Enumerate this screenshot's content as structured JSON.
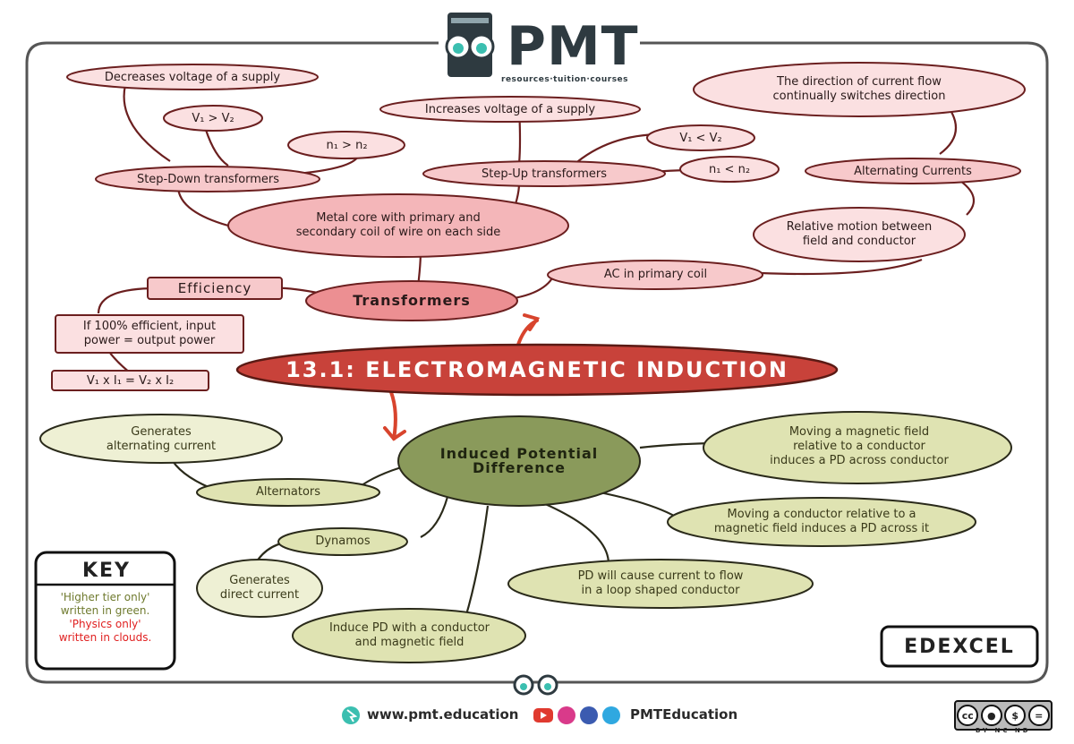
{
  "brand": {
    "name": "PMT",
    "tagline": "resources·tuition·courses"
  },
  "title": "13.1: ELECTROMAGNETIC INDUCTION",
  "transformers": {
    "center": "Transformers",
    "efficiency": "Efficiency",
    "efficiency_note_1": "If 100% efficient, input",
    "efficiency_note_2": "power = output power",
    "equation": "V₁ x I₁ = V₂ x I₂",
    "core_1": "Metal core with primary and",
    "core_2": "secondary coil of wire on each side",
    "step_down": "Step-Down transformers",
    "step_down_effect": "Decreases voltage of a supply",
    "step_down_v": "V₁ > V₂",
    "step_down_n": "n₁ > n₂",
    "step_up": "Step-Up transformers",
    "step_up_effect": "Increases voltage of a supply",
    "step_up_v": "V₁ < V₂",
    "step_up_n": "n₁ < n₂",
    "ac_primary": "AC in primary coil",
    "ac": "Alternating Currents",
    "ac_direction_1": "The direction of current flow",
    "ac_direction_2": "continually switches direction",
    "relative_1": "Relative motion between",
    "relative_2": "field and conductor"
  },
  "induced": {
    "center_1": "Induced Potential",
    "center_2": "Difference",
    "alternators": "Alternators",
    "alt_gen_1": "Generates",
    "alt_gen_2": "alternating current",
    "dynamos": "Dynamos",
    "dyn_gen_1": "Generates",
    "dyn_gen_2": "direct current",
    "moving_field_1": "Moving a magnetic field",
    "moving_field_2": "relative to a conductor",
    "moving_field_3": "induces a PD across conductor",
    "moving_conductor_1": "Moving a conductor relative to a",
    "moving_conductor_2": "magnetic field induces a PD across it",
    "loop_1": "PD will cause current to flow",
    "loop_2": "in a loop shaped conductor",
    "induce_1": "Induce PD with a conductor",
    "induce_2": "and magnetic field"
  },
  "key": {
    "title": "KEY",
    "line1": "'Higher tier only'",
    "line2": "written in green.",
    "line3": "'Physics only'",
    "line4": "written in clouds."
  },
  "board": "EDEXCEL",
  "footer": {
    "website": "www.pmt.education",
    "social": "PMTEducation",
    "license": "BY NC ND"
  },
  "colors": {
    "pink": "#f7c9cb",
    "pink_dark": "#f0a4a8",
    "red": "#c8423a",
    "olive": "#8a9a5b",
    "olive_light": "#dfe3b2"
  }
}
